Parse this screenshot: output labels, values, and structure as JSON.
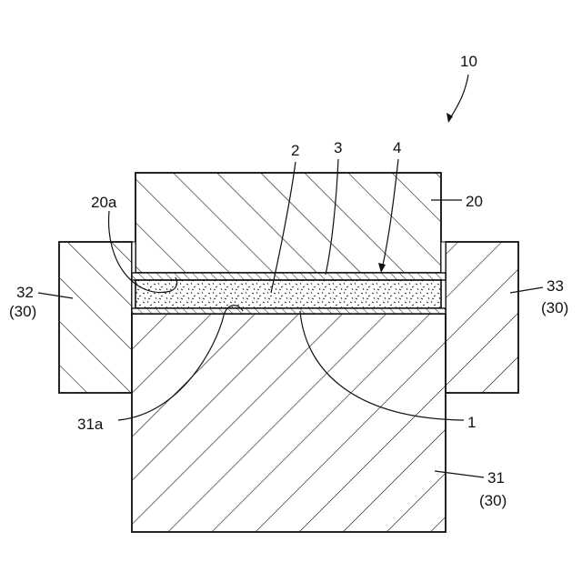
{
  "figure": {
    "labels": {
      "assembly": "10",
      "upper_block": "20",
      "upper_face": "20a",
      "layer_2": "2",
      "layer_3": "3",
      "layer_4": "4",
      "layer_1": "1",
      "lower_face": "31a",
      "left_block": "32",
      "left_block_group": "(30)",
      "right_block": "33",
      "right_block_group": "(30)",
      "base_block": "31",
      "base_block_group": "(30)"
    }
  }
}
